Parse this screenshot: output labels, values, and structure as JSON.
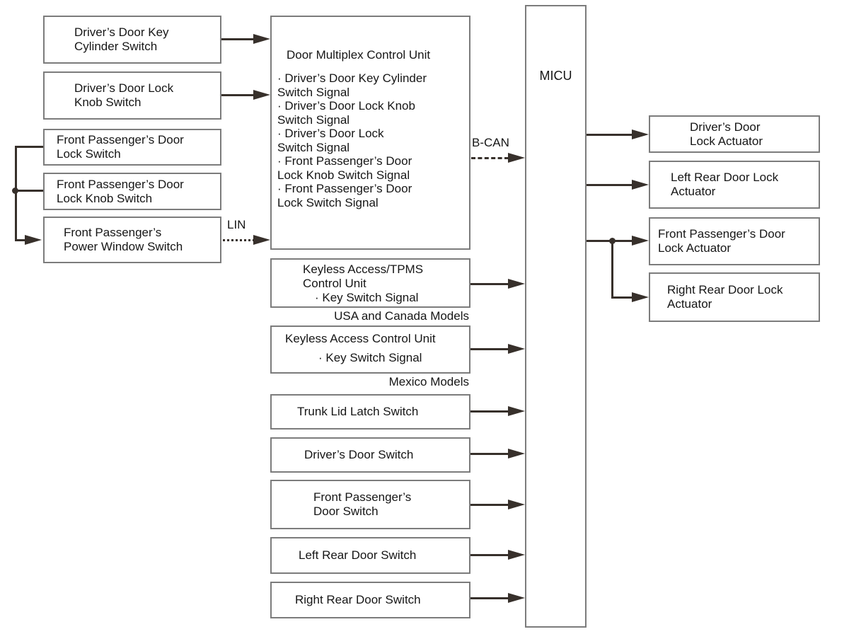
{
  "diagram": {
    "left_column": {
      "boxes": [
        {
          "id": "drivers-door-key-cylinder-switch",
          "lines": [
            "Driver’s Door Key",
            "Cylinder Switch"
          ]
        },
        {
          "id": "drivers-door-lock-knob-switch",
          "lines": [
            "Driver’s Door Lock",
            "Knob Switch"
          ]
        },
        {
          "id": "front-passengers-door-lock-switch",
          "lines": [
            "Front Passenger’s Door",
            "Lock Switch"
          ]
        },
        {
          "id": "front-passengers-door-lock-knob-switch",
          "lines": [
            "Front Passenger’s Door",
            "Lock Knob Switch"
          ]
        },
        {
          "id": "front-passengers-power-window-switch",
          "lines": [
            "Front Passenger’s",
            "Power Window Switch"
          ]
        }
      ]
    },
    "bus_labels": {
      "lin": "LIN",
      "bcan": "B-CAN"
    },
    "middle_column": {
      "dmcu": {
        "title": "Door Multiplex Control Unit",
        "lines": [
          "· Driver’s Door Key Cylinder",
          "Switch Signal",
          "· Driver’s Door Lock Knob",
          "Switch Signal",
          "· Driver’s Door Lock",
          "Switch Signal",
          "· Front Passenger’s Door",
          "Lock Knob Switch Signal",
          "· Front Passenger’s Door",
          "Lock Switch Signal"
        ]
      },
      "keyless_tpms": {
        "lines": [
          "Keyless Access/TPMS",
          "Control Unit",
          "· Key Switch Signal"
        ],
        "caption": "USA and Canada Models"
      },
      "keyless_access": {
        "lines": [
          "Keyless Access Control Unit",
          "· Key Switch Signal"
        ],
        "caption": "Mexico Models"
      },
      "trunk_lid_latch_switch": {
        "lines": [
          "Trunk Lid Latch Switch"
        ]
      },
      "drivers_door_switch": {
        "lines": [
          "Driver’s Door Switch"
        ]
      },
      "front_passengers_door_switch": {
        "lines": [
          "Front Passenger’s",
          "Door Switch"
        ]
      },
      "left_rear_door_switch": {
        "lines": [
          "Left Rear Door Switch"
        ]
      },
      "right_rear_door_switch": {
        "lines": [
          "Right Rear Door Switch"
        ]
      }
    },
    "micu": {
      "label": "MICU"
    },
    "right_column": {
      "boxes": [
        {
          "id": "drivers-door-lock-actuator",
          "lines": [
            "Driver’s Door",
            "Lock Actuator"
          ]
        },
        {
          "id": "left-rear-door-lock-actuator",
          "lines": [
            "Left Rear Door Lock",
            "Actuator"
          ]
        },
        {
          "id": "front-passengers-door-lock-actuator",
          "lines": [
            "Front Passenger’s Door",
            "Lock Actuator"
          ]
        },
        {
          "id": "right-rear-door-lock-actuator",
          "lines": [
            "Right Rear Door Lock",
            "Actuator"
          ]
        }
      ]
    },
    "colors": {
      "background": "#ffffff",
      "box_border": "#7c7c7c",
      "connector": "#37302b",
      "text": "#161616"
    }
  }
}
